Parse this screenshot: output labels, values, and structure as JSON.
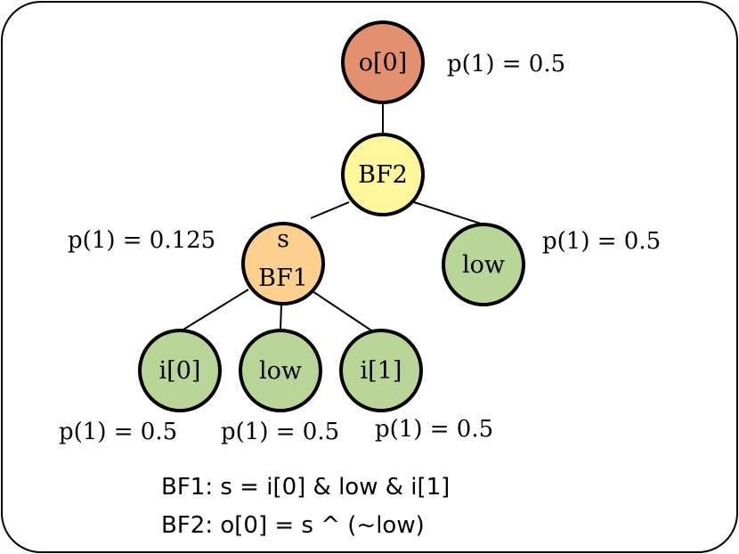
{
  "colors": {
    "frame_stroke": "#000000",
    "edge": "#000000",
    "output_node": "#e39070",
    "bf2_node": "#fff59a",
    "bf1_node": "#fdd08e",
    "leaf_node": "#b9d597"
  },
  "nodes": {
    "o0": {
      "label": "o[0]",
      "prob": "p(1) = 0.5"
    },
    "bf2": {
      "label": "BF2"
    },
    "bf1": {
      "label_top": "s",
      "label_bottom": "BF1",
      "prob": "p(1) = 0.125"
    },
    "low_right": {
      "label": "low",
      "prob": "p(1) = 0.5"
    },
    "i0": {
      "label": "i[0]",
      "prob": "p(1) = 0.5"
    },
    "low_mid": {
      "label": "low",
      "prob": "p(1) = 0.5"
    },
    "i1": {
      "label": "i[1]",
      "prob": "p(1) = 0.5"
    }
  },
  "caption": {
    "line1": "BF1: s = i[0] & low & i[1]",
    "line2": "BF2: o[0] = s ^ (~low)"
  }
}
